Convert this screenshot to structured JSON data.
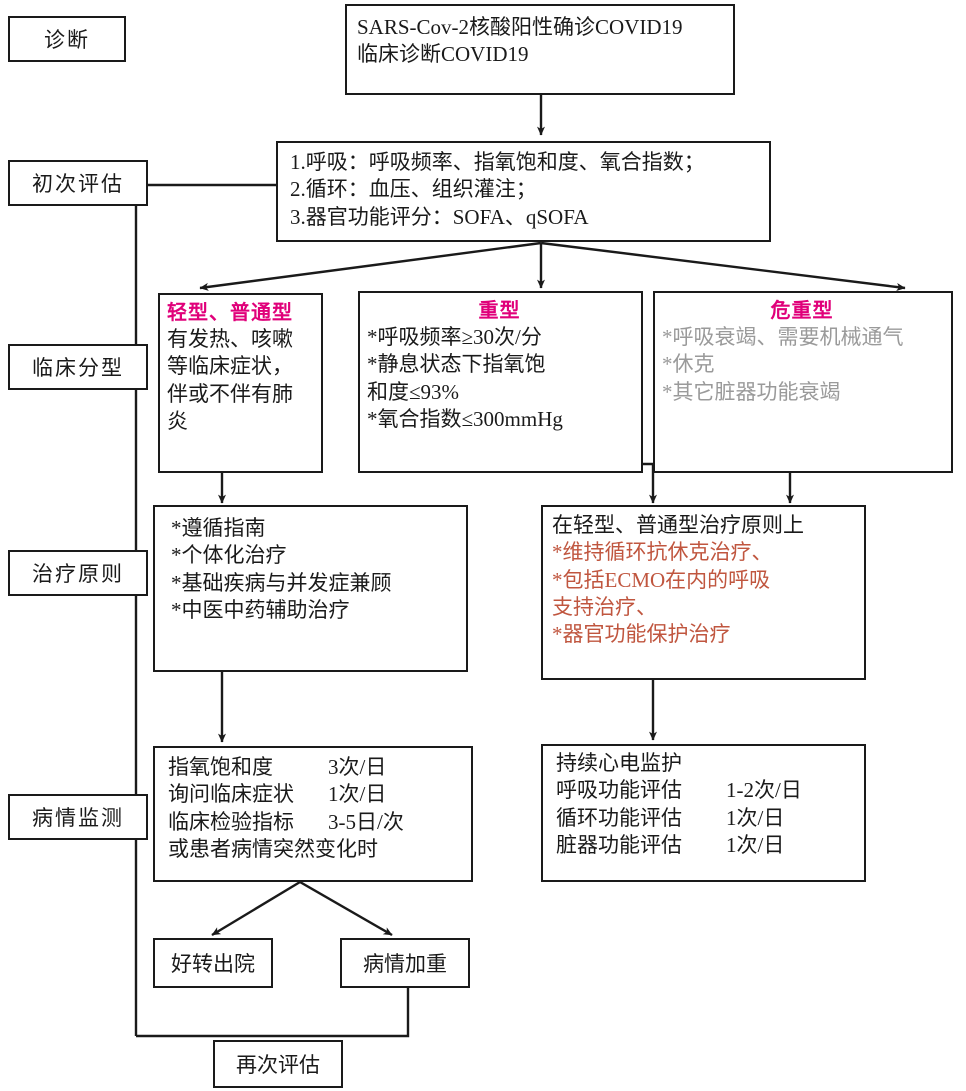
{
  "colors": {
    "stroke": "#1a1a1a",
    "text": "#1a1a1a",
    "magenta": "#e0007a",
    "orange": "#c0563f",
    "background": "#ffffff"
  },
  "stages": [
    {
      "id": "diagnosis",
      "label": "诊断"
    },
    {
      "id": "initial-assessment",
      "label": "初次评估"
    },
    {
      "id": "clinical-classification",
      "label": "临床分型"
    },
    {
      "id": "treatment-principle",
      "label": "治疗原则"
    },
    {
      "id": "monitoring",
      "label": "病情监测"
    }
  ],
  "nodes": {
    "diagnosis": {
      "lines": [
        "SARS-Cov-2核酸阳性确诊COVID19",
        "临床诊断COVID19"
      ]
    },
    "assessment": {
      "lines": [
        "1.呼吸：呼吸频率、指氧饱和度、氧合指数；",
        "2.循环：血压、组织灌注；",
        "3.器官功能评分：SOFA、qSOFA"
      ]
    },
    "mild": {
      "heading": "轻型、普通型",
      "lines": [
        "有发热、咳嗽",
        "等临床症状，",
        "伴或不伴有肺",
        "炎"
      ]
    },
    "severe": {
      "heading": "重型",
      "lines": [
        "*呼吸频率≥30次/分",
        "*静息状态下指氧饱",
        "和度≤93%",
        "*氧合指数≤300mmHg"
      ]
    },
    "critical": {
      "heading": "危重型",
      "lines": [
        "*呼吸衰竭、需要机械通气",
        "*休克",
        "*其它脏器功能衰竭"
      ]
    },
    "treatment_mild": {
      "lines": [
        "*遵循指南",
        "*个体化治疗",
        "*基础疾病与并发症兼顾",
        "*中医中药辅助治疗"
      ]
    },
    "treatment_severe": {
      "plain_line": "在轻型、普通型治疗原则上",
      "accent_lines": [
        "*维持循环抗休克治疗、",
        "*包括ECMO在内的呼吸",
        "支持治疗、",
        "*器官功能保护治疗"
      ]
    },
    "monitor_mild": {
      "rows": [
        {
          "item": "指氧饱和度",
          "freq": "3次/日"
        },
        {
          "item": "询问临床症状",
          "freq": "1次/日"
        },
        {
          "item": "临床检验指标",
          "freq": "3-5日/次"
        }
      ],
      "footer": "或患者病情突然变化时"
    },
    "monitor_severe": {
      "rows": [
        {
          "item": "持续心电监护",
          "freq": ""
        },
        {
          "item": "呼吸功能评估",
          "freq": "1-2次/日"
        },
        {
          "item": "循环功能评估",
          "freq": "1次/日"
        },
        {
          "item": "脏器功能评估",
          "freq": "1次/日"
        }
      ]
    },
    "outcome_recover": {
      "label": "好转出院"
    },
    "outcome_worsen": {
      "label": "病情加重"
    },
    "reassess": {
      "label": "再次评估"
    }
  }
}
